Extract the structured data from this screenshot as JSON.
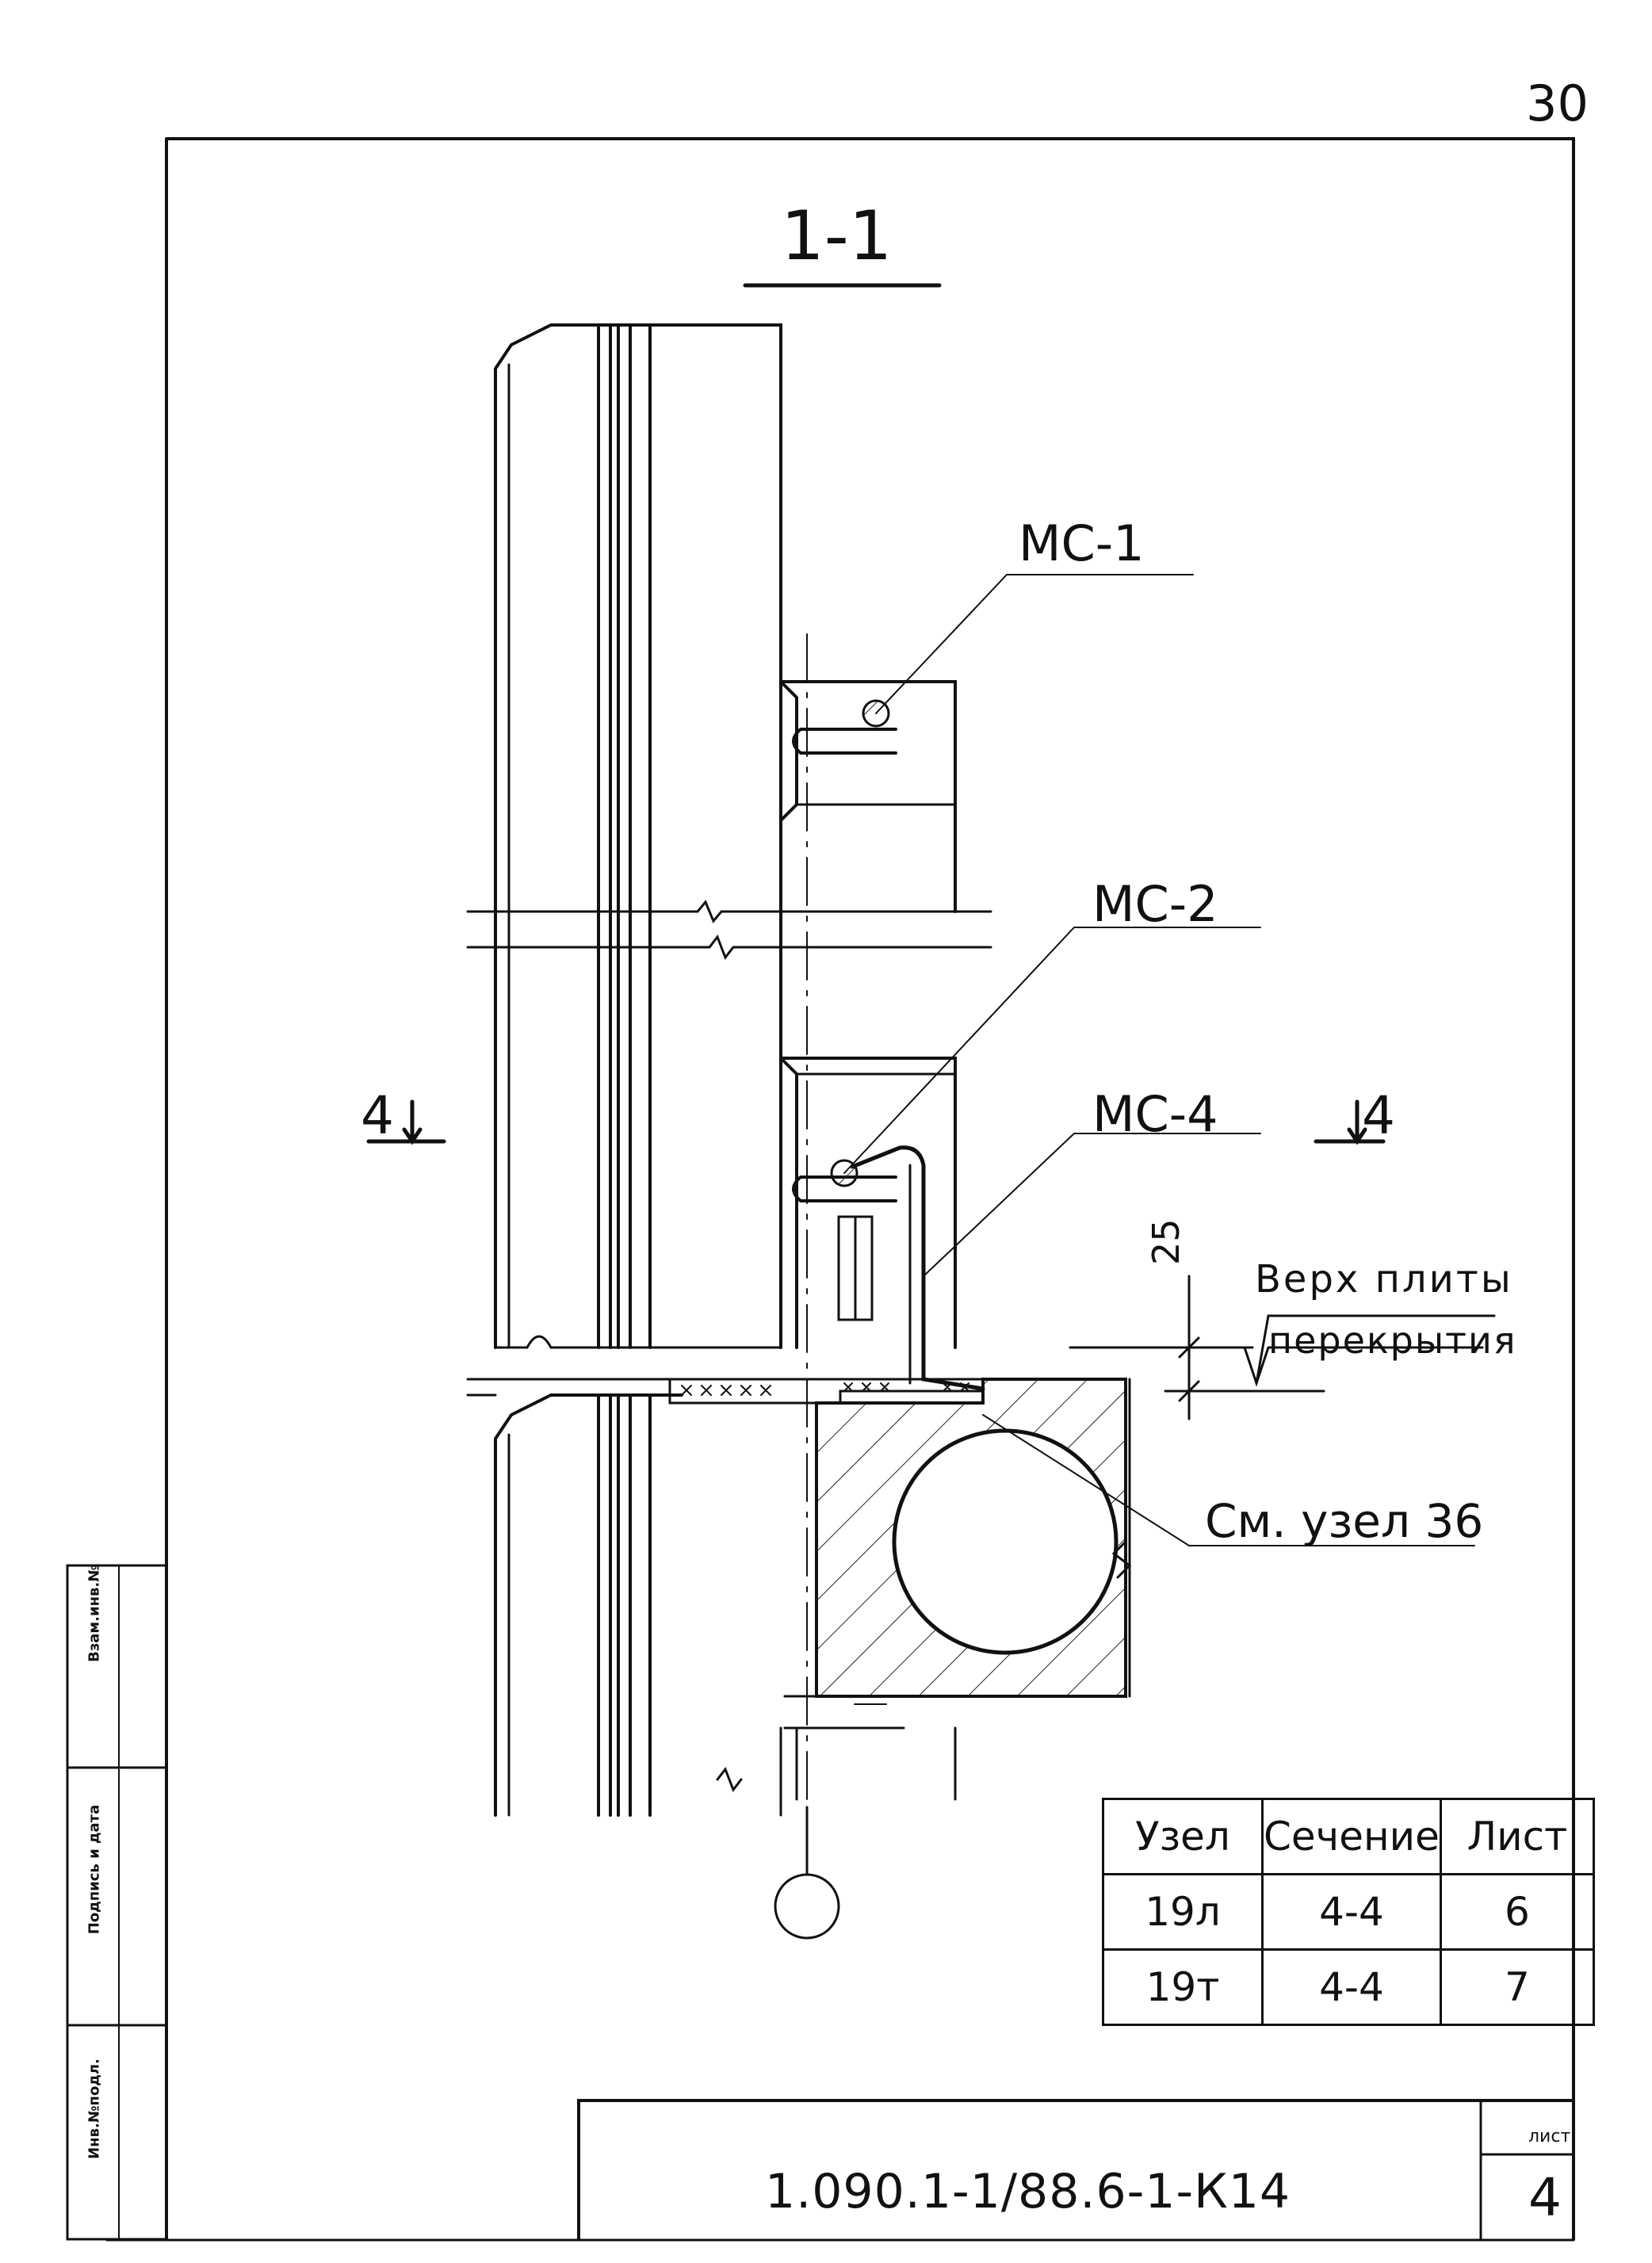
{
  "page_number": "30",
  "section": {
    "title": "1-1",
    "cut_left": "4",
    "cut_right": "4"
  },
  "labels": {
    "ms1": "МС-1",
    "ms2": "МС-2",
    "ms4": "МС-4",
    "dimension": "25",
    "note_line1": "Верх плиты",
    "note_line2": "перекрытия",
    "see_node": "См. узел 36"
  },
  "reference_table": {
    "headers": [
      "Узел",
      "Сечение",
      "Лист"
    ],
    "rows": [
      [
        "19л",
        "4-4",
        "6"
      ],
      [
        "19т",
        "4-4",
        "7"
      ]
    ]
  },
  "title_block": {
    "document_code": "1.090.1-1/88.6-1-К14",
    "sheet_caption": "лист",
    "sheet_number": "4"
  },
  "side_stamp": [
    "Взам.инв.№",
    "Подпись и дата",
    "Инв.№подл."
  ]
}
